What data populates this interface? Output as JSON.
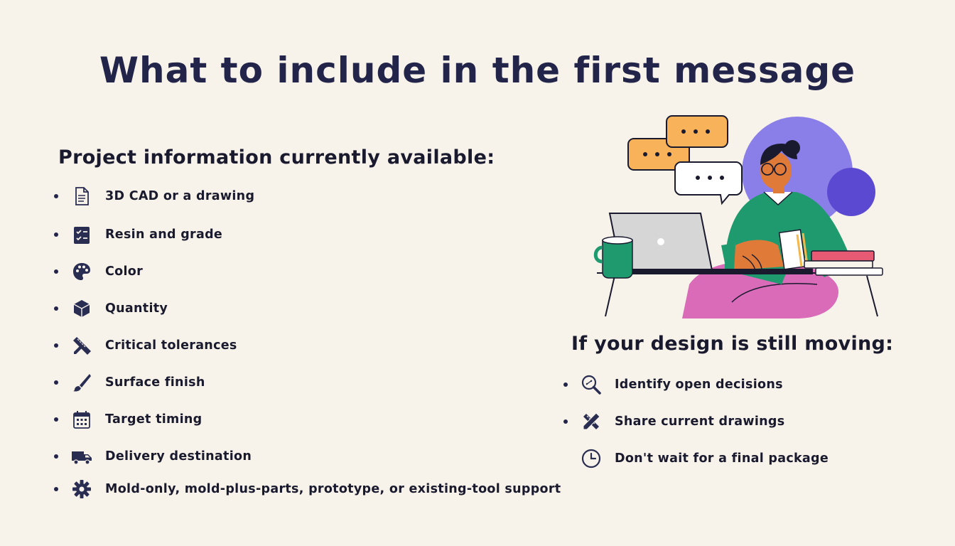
{
  "title": "What to include in the first message",
  "left_section": {
    "heading": "Project information currently available:",
    "items": [
      {
        "label": "3D CAD or a drawing",
        "icon": "document-icon"
      },
      {
        "label": "Resin and grade",
        "icon": "checklist-icon"
      },
      {
        "label": "Color",
        "icon": "palette-icon"
      },
      {
        "label": "Quantity",
        "icon": "box-icon"
      },
      {
        "label": "Critical tolerances",
        "icon": "ruler-pencil-icon"
      },
      {
        "label": "Surface finish",
        "icon": "brush-icon"
      },
      {
        "label": "Target timing",
        "icon": "calendar-icon"
      },
      {
        "label": "Delivery destination",
        "icon": "truck-icon"
      },
      {
        "label": "Mold-only, mold-plus-parts, prototype, or existing-tool support",
        "icon": "gear-icon"
      }
    ]
  },
  "right_section": {
    "heading": "If your design is still moving:",
    "items": [
      {
        "label": "Identify open decisions",
        "icon": "magnifier-icon"
      },
      {
        "label": "Share current drawings",
        "icon": "pencil-ruler-icon"
      },
      {
        "label": "Don't wait for a final package",
        "icon": "clock-icon"
      }
    ]
  },
  "colors": {
    "background": "#f8f3ea",
    "text": "#1f2142",
    "icon": "#2a2d52",
    "bubble_orange": "#f7b25a",
    "purple": "#8a7fe8",
    "sweater_green": "#1f9a6e",
    "pink": "#d96bb8"
  }
}
